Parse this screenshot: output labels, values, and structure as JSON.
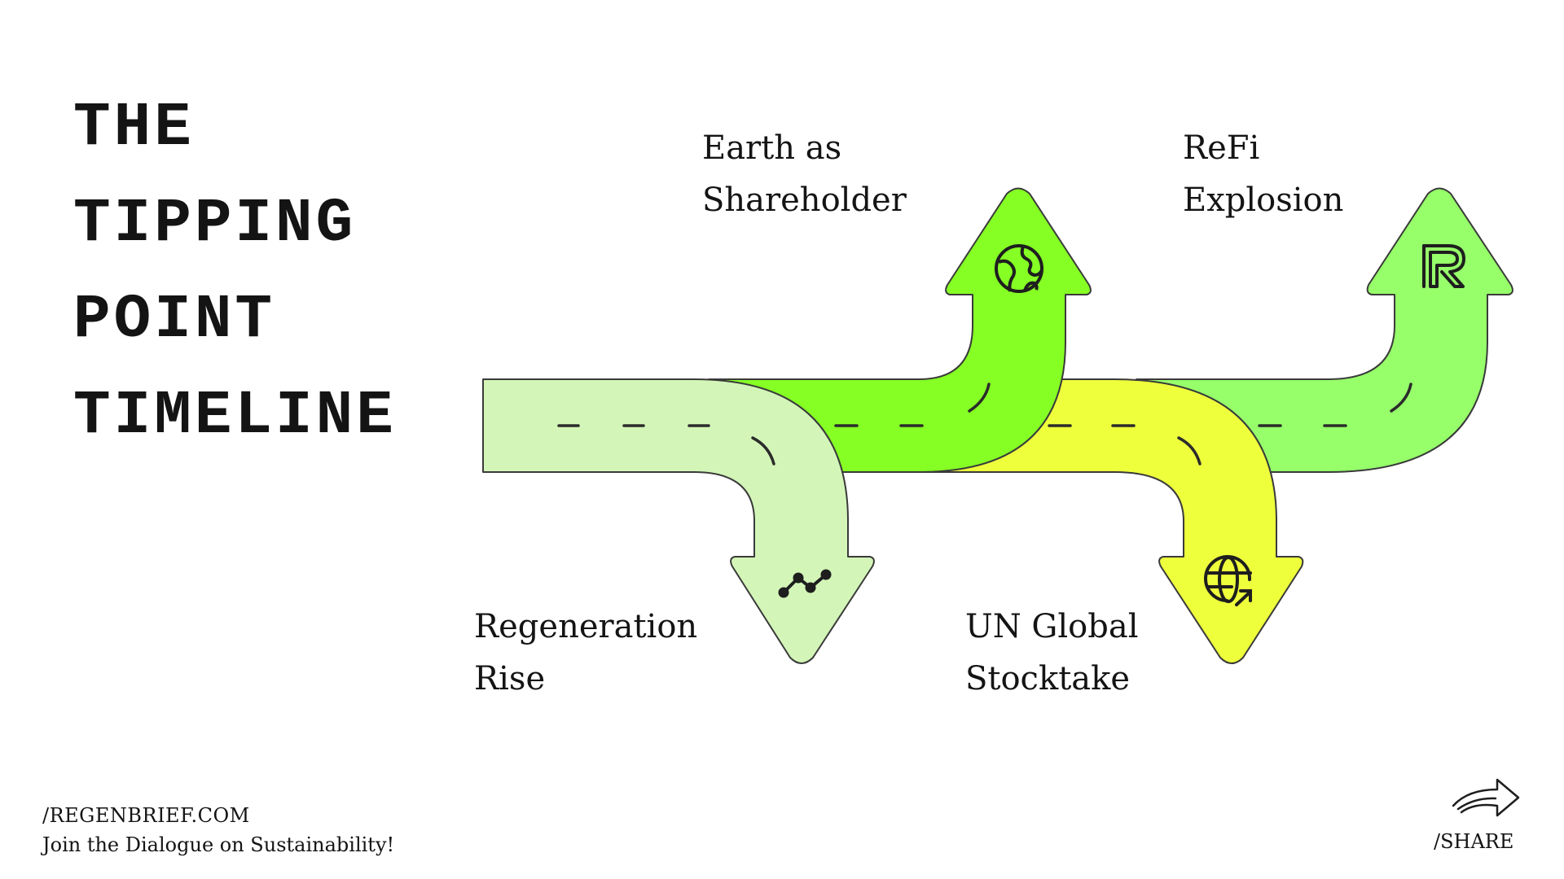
{
  "title": {
    "line1": "THE",
    "line2": "TIPPING",
    "line3": "POINT",
    "line4": "TIMELINE"
  },
  "milestones": [
    {
      "label_line1": "Regeneration",
      "label_line2": "Rise",
      "icon": "trend-line-icon",
      "color": "#d3f6b8"
    },
    {
      "label_line1": "Earth as",
      "label_line2": "Shareholder",
      "icon": "globe-icon",
      "color": "#85ff24"
    },
    {
      "label_line1": "UN Global",
      "label_line2": "Stocktake",
      "icon": "globe-arrow-icon",
      "color": "#eeff3c"
    },
    {
      "label_line1": "ReFi",
      "label_line2": "Explosion",
      "icon": "r-logo-icon",
      "color": "#96ff6a"
    }
  ],
  "footer": {
    "site": "/REGENBRIEF.COM",
    "tagline": "Join the Dialogue on Sustainability!"
  },
  "share": {
    "label": "/SHARE",
    "icon": "share-arrow-icon"
  }
}
